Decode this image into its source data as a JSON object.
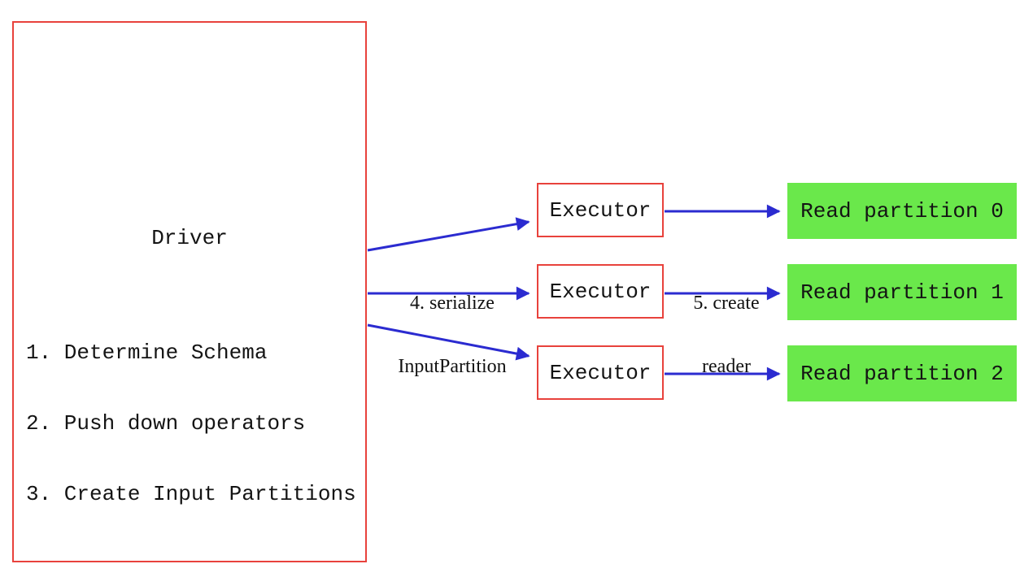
{
  "diagram": {
    "driver": {
      "title": "Driver",
      "steps": [
        "1. Determine Schema",
        "2. Push down operators",
        "3. Create Input Partitions"
      ]
    },
    "executors": [
      {
        "label": "Executor"
      },
      {
        "label": "Executor"
      },
      {
        "label": "Executor"
      }
    ],
    "partitions": [
      {
        "label": "Read partition 0"
      },
      {
        "label": "Read partition 1"
      },
      {
        "label": "Read partition 2"
      }
    ],
    "edge_labels": {
      "serialize": [
        "4. serialize",
        "InputPartition"
      ],
      "create_reader": [
        "5. create",
        "reader"
      ]
    },
    "colors": {
      "box_border_red": "#e8423c",
      "arrow_blue": "#2b2bd0",
      "partition_green": "#6ae84b",
      "text_black": "#141414"
    }
  }
}
